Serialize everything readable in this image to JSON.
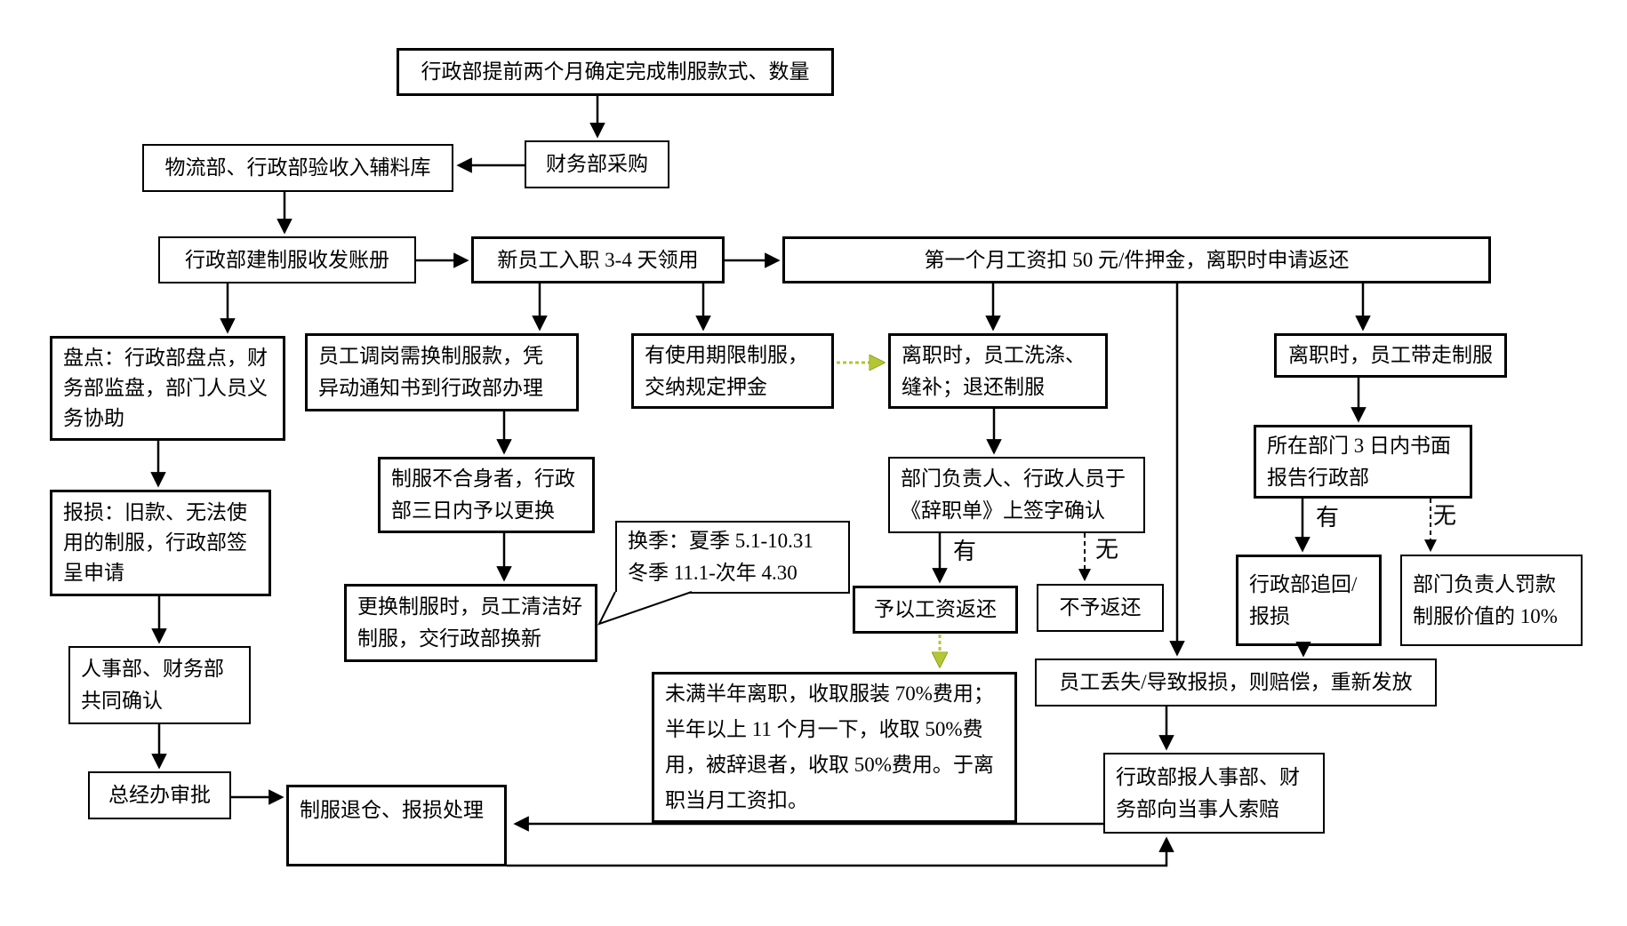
{
  "diagram": {
    "type": "flowchart",
    "language": "zh-CN",
    "colors": {
      "line": "#000000",
      "box_border": "#000000",
      "box_bg": "#ffffff",
      "highlight_arrow": "#b4c634"
    },
    "nodes": {
      "determine_style": "行政部提前两个月确定完成制服款式、数量",
      "warehouse_accept": "物流部、行政部验收入辅料库",
      "finance_purchase": "财务部采购",
      "ledger": "行政部建制服收发账册",
      "new_employee": "新员工入职 3-4 天领用",
      "deposit_50": "第一个月工资扣 50 元/件押金，离职时申请返还",
      "inventory": "盘点：行政部盘点，财\n务部监盘，部门人员义\n务协助",
      "damage_report": "报损：旧款、无法使\n用的制服，行政部签\n呈申请",
      "hr_finance_confirm": "人事部、财务部\n共同确认",
      "gm_approval": "总经办审批",
      "uniform_return": "制服退仓、报损处理",
      "transfer": "员工调岗需换制服款，凭\n异动通知书到行政部办理",
      "not_fit": "制服不合身者，行政\n部三日内予以更换",
      "replace_clean": "更换制服时，员工清洁好\n制服，交行政部换新",
      "season_note": "换季：夏季 5.1-10.31\n冬季 11.1-次年 4.30",
      "limited_term": "有使用期限制服，\n交纳规定押金",
      "resign_wash": "离职时，员工洗涤、\n缝补；退还制服",
      "sign_confirm": "部门负责人、行政人员于\n《辞职单》上签字确认",
      "refund": "予以工资返还",
      "no_refund": "不予返还",
      "fee_rules": "未满半年离职，收取服装 70%费用；\n半年以上 11 个月一下，收取 50%费\n用，被辞退者，收取 50%费用。于离\n职当月工资扣。",
      "take_away": "离职时，员工带走制服",
      "report_3days": "所在部门 3 日内书面\n报告行政部",
      "recover": "行政部追回/\n报损",
      "fine_10": "部门负责人罚款\n制服价值的 10%",
      "lost_compensate": "员工丢失/导致报损，则赔偿，重新发放",
      "claim": "行政部报人事部、财\n务部向当事人索赔"
    },
    "edge_labels": [
      {
        "text": "有"
      },
      {
        "text": "无"
      },
      {
        "text": "有"
      },
      {
        "text": "无"
      }
    ]
  }
}
